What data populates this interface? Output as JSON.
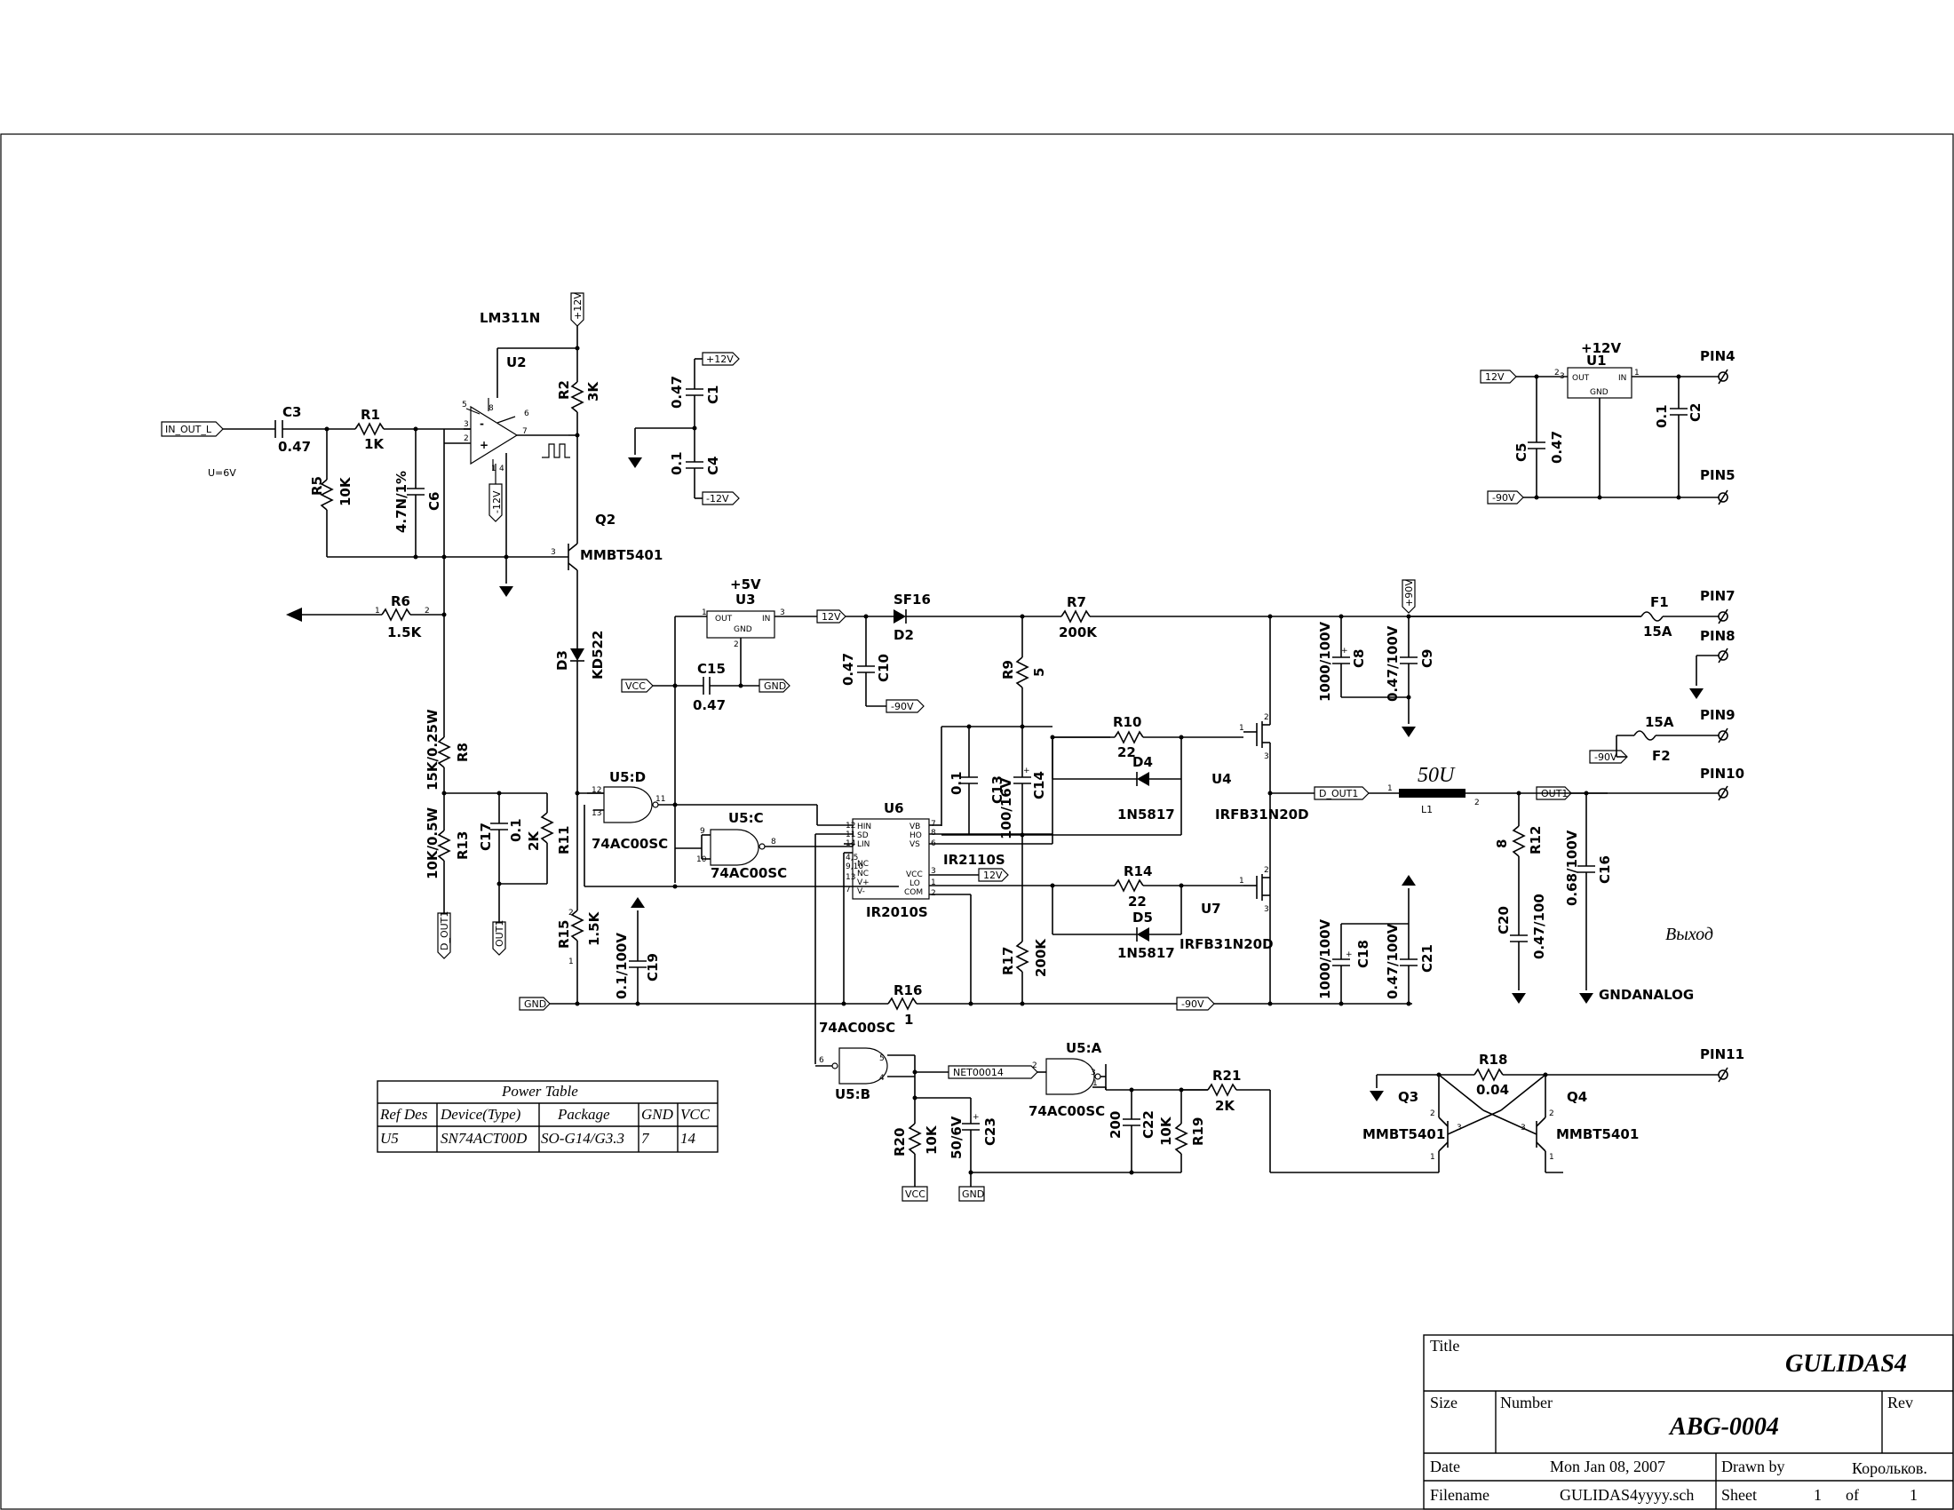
{
  "title_block": {
    "title_label": "Title",
    "title": "GULIDAS4",
    "size_label": "Size",
    "number_label": "Number",
    "number": "ABG-0004",
    "rev_label": "Rev",
    "date_label": "Date",
    "date": "Mon Jan 08, 2007",
    "drawn_by_label": "Drawn by",
    "drawn_by": "Корольков.",
    "filename_label": "Filename",
    "filename": "GULIDAS4yyyy.sch",
    "sheet_label": "Sheet",
    "sheet": "1",
    "of_label": "of",
    "sheets": "1"
  },
  "power_table": {
    "title": "Power Table",
    "headers": [
      "Ref Des",
      "Device(Type)",
      "Package",
      "GND",
      "VCC"
    ],
    "rows": [
      [
        "U5",
        "SN74ACT00D",
        "SO-G14/G3.3",
        "7",
        "14"
      ]
    ]
  },
  "ports": {
    "in_out_l": "IN_OUT_L",
    "p12v_a": "+12V",
    "p12v_b": "+12V",
    "m12v_a": "-12V",
    "m12v_b": "-12V",
    "v12_u1": "12V",
    "m90v_u1": "-90V",
    "v12_u3": "12V",
    "vcc_u3": "VCC",
    "gnd_u3": "GND",
    "m90v_c10": "-90V",
    "p90v": "+90V",
    "m90v_f2": "-90V",
    "d_out1_l1": "D_OUT1",
    "out1": "OUT1",
    "v12_ir": "12V",
    "gnd_main": "GND",
    "m90v_bot": "-90V",
    "d_out1_r13": "D_OUT1",
    "out1_r13": "OUT1",
    "net00014": "NET00014",
    "vcc_r20": "VCC",
    "gnd_c23": "GND"
  },
  "labels": {
    "u_6v": "U=6V",
    "lm311n": "LM311N",
    "u2": "U2",
    "c3": "C3",
    "c3v": "0.47",
    "r1": "R1",
    "r1v": "1K",
    "r5": "R5",
    "r5v": "10K",
    "c6": "C6",
    "c6v": "4.7N/1%",
    "r2": "R2",
    "r2v": "3K",
    "c1": "C1",
    "c1v": "0.47",
    "c4": "C4",
    "c4v": "0.1",
    "q2": "Q2",
    "q2v": "MMBT5401",
    "r6": "R6",
    "r6v": "1.5K",
    "d3": "D3",
    "d3v": "KD522",
    "r8": "R8",
    "r8v": "15K/0.25W",
    "r13": "R13",
    "r13v": "10K/0.5W",
    "c17": "C17",
    "c17v": "0.1",
    "r11": "R11",
    "r11v": "2K",
    "r15": "R15",
    "r15v": "1.5K",
    "c19": "C19",
    "c19v": "0.1/100V",
    "u5d": "U5:D",
    "u5d_t": "74AC00SC",
    "u5c": "U5:C",
    "u5c_t": "74AC00SC",
    "u3": "U3",
    "u3v": "+5V",
    "c15": "C15",
    "c15v": "0.47",
    "u6": "U6",
    "ir2110s": "IR2110S",
    "ir2010s": "IR2010S",
    "sf16": "SF16",
    "d2": "D2",
    "c10": "C10",
    "c10v": "0.47",
    "r7": "R7",
    "r7v": "200K",
    "r9": "R9",
    "r9v": "5",
    "c13": "C13",
    "c13v": "100/16V",
    "c14": "C14",
    "c14v": "0.1",
    "r10": "R10",
    "r10v": "22",
    "d4": "D4",
    "d4v": "1N5817",
    "u4": "U4",
    "u4v": "IRFB31N20D",
    "r14": "R14",
    "r14v": "22",
    "d5": "D5",
    "d5v": "1N5817",
    "u7": "U7",
    "u7v": "IRFB31N20D",
    "r17": "R17",
    "r17v": "200K",
    "r16": "R16",
    "r16v": "1",
    "c8": "C8",
    "c8v": "1000/100V",
    "c9": "C9",
    "c9v": "0.47/100V",
    "c18": "C18",
    "c18v": "1000/100V",
    "c21": "C21",
    "c21v": "0.47/100V",
    "l1v": "50U",
    "l1": "L1",
    "r12": "R12",
    "r12v": "8",
    "c20": "C20",
    "c20v": "0.47/100",
    "c16": "C16",
    "c16v": "0.68/100V",
    "vyhod": "Выход",
    "gndanalog": "GNDANALOG",
    "f1": "F1",
    "f1v": "15A",
    "f2": "F2",
    "f2v": "15A",
    "pin4": "PIN4",
    "pin5": "PIN5",
    "pin7": "PIN7",
    "pin8": "PIN8",
    "pin9": "PIN9",
    "pin10": "PIN10",
    "pin11": "PIN11",
    "u1": "U1",
    "u1v": "+12V",
    "u1_out": "OUT",
    "u1_in": "IN",
    "u1_gnd": "GND",
    "u3_out": "OUT",
    "u3_in": "IN",
    "u3_gnd": "GND",
    "c5": "C5",
    "c5v": "0.47",
    "c2": "C2",
    "c2v": "0.1",
    "u5b": "U5:B",
    "u5b_t": "74AC00SC",
    "u5a": "U5:A",
    "u5a_t": "74AC00SC",
    "r20": "R20",
    "r20v": "10K",
    "c23": "C23",
    "c23v": "50/6V",
    "c22": "C22",
    "c22v": "200",
    "r19": "R19",
    "r19v": "10K",
    "r21": "R21",
    "r21v": "2K",
    "r18": "R18",
    "r18v": "0.04",
    "q3": "Q3",
    "q3v": "MMBT5401",
    "q4": "Q4",
    "q4v": "MMBT5401",
    "hin": "HIN",
    "sd": "SD",
    "lin": "LIN",
    "vb": "VB",
    "ho": "HO",
    "vs": "VS",
    "vcc": "VCC",
    "lo": "LO",
    "com": "COM",
    "nc": "NC",
    "vplus": "V+",
    "vminus": "V-"
  }
}
